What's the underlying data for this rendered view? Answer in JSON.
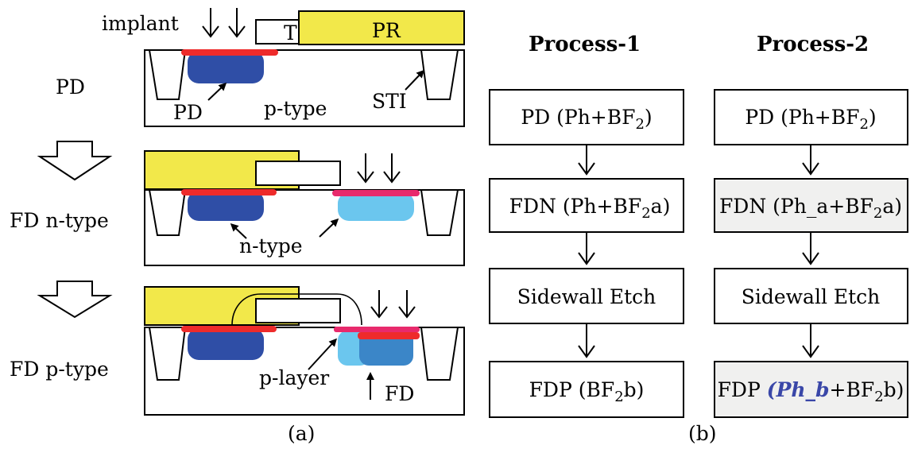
{
  "panel_a": {
    "implant": "implant",
    "tg": "TG",
    "pr": "PR",
    "step_pd": "PD",
    "step_fd_n": "FD n-type",
    "step_fd_p": "FD p-type",
    "pd": "PD",
    "p_type": "p-type",
    "sti": "STI",
    "n_type": "n-type",
    "p_layer": "p-layer",
    "fd": "FD",
    "caption": "(a)"
  },
  "panel_b": {
    "process1": {
      "title": "Process-1",
      "steps": [
        {
          "pre": "PD (Ph+BF",
          "sub": "2",
          "post": ")"
        },
        {
          "pre": "FDN  (Ph+BF",
          "sub": "2",
          "post": "a)"
        },
        {
          "pre": "Sidewall Etch",
          "sub": "",
          "post": ""
        },
        {
          "pre": "FDP (BF",
          "sub": "2",
          "post": "b)"
        }
      ]
    },
    "process2": {
      "title": "Process-2",
      "steps": [
        {
          "pre": "PD (Ph+BF",
          "sub": "2",
          "post": ")"
        },
        {
          "pre": "FDN (Ph_a+BF",
          "sub": "2",
          "post": "a)"
        },
        {
          "pre": "Sidewall Etch",
          "sub": "",
          "post": ""
        },
        {
          "pre": "FDP ",
          "emph": "(Ph_b",
          "mid": "+BF",
          "sub": "2",
          "post": "b)"
        }
      ]
    },
    "caption": "(b)"
  },
  "colors": {
    "photoresist": "#f2e84a",
    "implant_red": "#ee2b2b",
    "implant_pink": "#e82a6c",
    "pd_region": "#2f4ea6",
    "n_region": "#6bc6ee",
    "fd_region": "#3b86c8",
    "highlight_box": "#f0f0ef",
    "emphasis_text": "#3a47a8"
  }
}
